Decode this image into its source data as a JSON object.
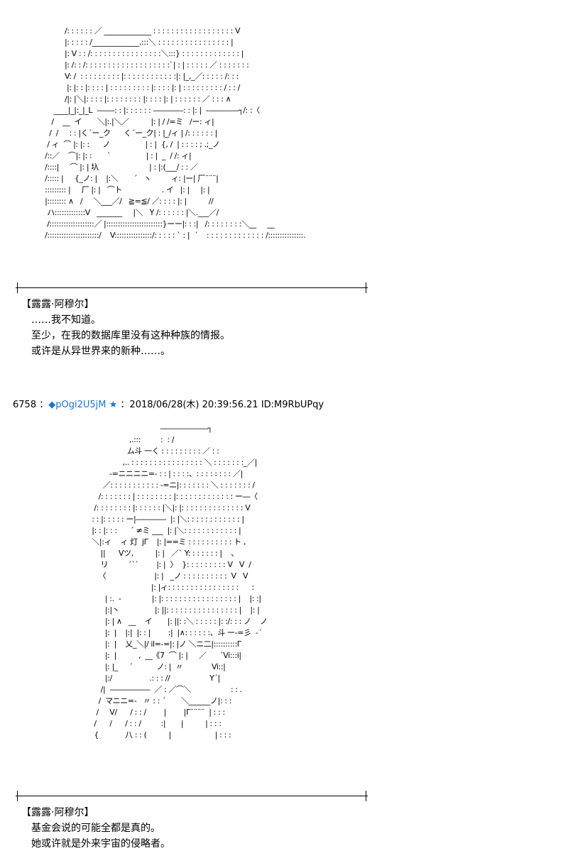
{
  "blocks": [
    {
      "art": "          /: : : : : : ／ _____________ : : : : : : : : : : : : : : : : : : V\n          |: : : : : /_____________.:::＼ : : : : : : : : : : : : : : : : |\n          |: V : : /: : : : : : : : : : : : : : : :＼:::} : : : : : : : : : : : : : |\n          |: /: : /: : : : : : : : : : : : : : : : : : :`| : | : : : : : ／ : : : : : : :\n          V: /  : : : : : : : : : |: : : : : : : : : : : :|: |_,_／: : : : : /: : :\n           |: |: : |: : : : | : : : : : : : : : |: : : : |: | : : : : : : : : : / : : /\n          /|: |＼|: : : : |: : : : : : : : |: : : : |: | : : : : : : ／ : : : ∧\n     ____|_|:_|_L  -――: : |: : : : : : ――――: : |: |  -――――┐/: :〈\n    /    __  イ       ＼|:.|＼／          |: | / /=ミ   /ー: ィ|\n   /  /     : : |く´ー_ク      く´ー_ク| : |_/ィ | /: : : : : : |\n  / ィ  ⌒ |: |: :      ノ                | : |  {, /  | : : : : ; .;_ノ\n /::／    ⌒|: |: :       `                | : |  _  / /: ィ|\n /::::|     ⌒ |: | 圦                       | : |:(___/ : : ／\n /::::: |     {_ノ: |    |:＼       ˊ   ヽ         ィ: |ー| 厂¨¨¨|\n ::::::::: |     厂 |: |   ⌒ト                  . イ   |: |     |: |\n |:::::::: ∧   /     ＼___／/   ≧=≦/ ／: : : : |: |          //\n  ハ:::::::::::::V   _______     |＼   Y /: : : : : : |＼.___／/\n  /:::::::::::::::::::／ |::::::::::::::::::::::::}ーー|: : :|   /: : : : : : : :＼__     __\n /::::::::::::::::::::::/    V::::::::::::::::/: : : : : ` : |  ´    : : : : : : : : : : : : : /:::::::::::::::.",
      "speaker": "【露露·阿穆尔】",
      "lines": [
        "……我不知道。",
        "至少，在我的数据库里没有这种种族的情报。",
        "或许是从异世界来的新种……。"
      ]
    },
    {
      "post_number": "6758",
      "separator": "：",
      "trip": "◆pOgi2U5jM",
      "star": "★",
      "date": "：2018/06/28(木) 20:39:56.21",
      "id": "ID:M9RbUPqy",
      "art": "                                  -――――――┐\n                    ,.:::         :  : /\n                   ム斗 一く : : : : : : : : : ／ : :\n                 ,.. : : : : : : : : : : : : : : : : ＼ : : : : : : :_／|\n           -=ニニニニ=- : : | : : : :、: : : : : : : : ／|\n        ／: : : : : : : : : : : -=ニ|: : : : : : : ＼ : : : : : : : /\n      /: : : : : : : | : : : : : : : : |: : : : : : : : : : : : : ー―〈\n    /: : : : : : : : |: : : : : : |＼|: |: : : : : : : : : : : : : : V\n   : : |: : : : : ー|――――  |: |＼: : : : : : : : : : : : |\n   |: : |: : :      ´ ≠ミ ___  |: |＼: : : : : : : : : : : : |\n   ＼|:ィ    ィ 灯  jΓ    |: |==ミ : : : : : : : : : : ト ,\n       ||      Vツ,          |: |   ／` Y: : : : : : : |    、\n       リ         ˊ``        |: |  〉  }: : : : : : : : : V   V  /\n      〈                      |: |   _ノ : : : : : : : : : :  V   V\n                              |: |ィ: : : : : : : : : : : : : : : :      :\n         | :.  -              |: |: : : : : : : : : : : : : : : : : |    |: :|\n         |:|丶                |: ||: : : : : : : : : : : : : : : : |    |: |\n         |: | ∧   __    イ       |: ||: :＼ : : : : : |: :/: : : ノ    ノ\n         |:  |    |:|  |: : |        :|  |∧: : : : : :、斗 ー-=彡  -´\n         |:  |    乂_＼|/ il=-=|: |ノ ＼ニ二|::::::::::Γ\n         |:  |          ,  __《7  ⌒ |: |     ／      ´Vi:::i|\n         |: |_     ˊ           ノ: |  〃             Vi::|\n         |:/                 .: : : //                  Y´|\n       /|  -―――――  ／ : ／⌒＼                  : : .\n      /  マニニ=-   〃 : : ´       ＼______ノ|: : :\n     /     V/      / : : /        |        |Γ¨¨¨¨  | : : :\n    /      /      / : : /         :|       |          | : : :\n    {            八 : : (          |                    | : : :",
      "speaker": "【露露·阿穆尔】",
      "lines": [
        "基金会说的可能全都是真的。",
        "她或许就是外来宇宙的侵略者。"
      ]
    }
  ]
}
